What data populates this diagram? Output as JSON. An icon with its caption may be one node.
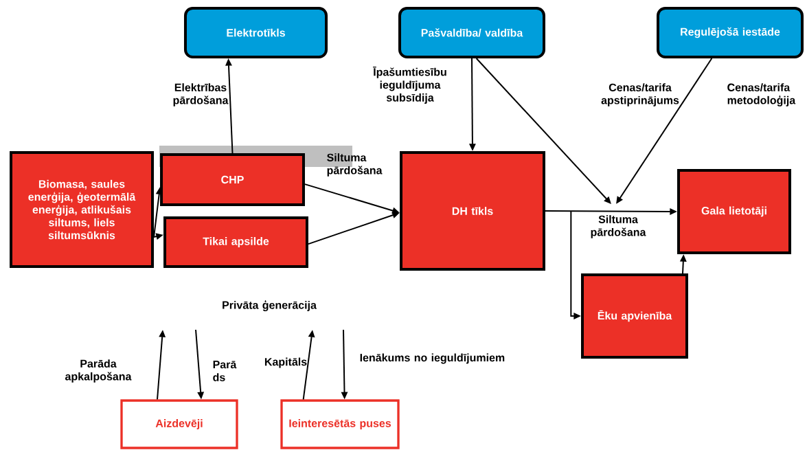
{
  "diagram": {
    "nodes": [
      {
        "text": [
          "Elektrotīkls"
        ]
      },
      {
        "text": [
          "Pašvaldība/ valdība"
        ]
      },
      {
        "text": [
          "Regulējošā iestāde"
        ]
      },
      {
        "text": [
          "Biomasa, saules enerģija, ģeotermālā enerģija, atlikušais siltums, liels siltumsūknis"
        ]
      },
      {
        "text": [
          "CHP"
        ]
      },
      {
        "text": [
          "Tikai apsilde"
        ]
      },
      {
        "text": [
          "DH tīkls"
        ]
      },
      {
        "text": [
          "Gala lietotāji"
        ]
      },
      {
        "text": [
          "Ēku apvienība"
        ]
      },
      {
        "text": [
          "Aizdevēji"
        ]
      },
      {
        "text": [
          "Ieinteresētās puses"
        ]
      }
    ],
    "edges": [
      {
        "from": 4,
        "to": 0,
        "arrow": "to",
        "label": "Elektrības pārdošana"
      },
      {
        "from": 3,
        "to": 4,
        "arrow": "to"
      },
      {
        "from": 3,
        "to": 5,
        "arrow": "to"
      },
      {
        "from": 4,
        "to": 6,
        "arrow": "to",
        "label": "Siltuma pārdošana"
      },
      {
        "from": 5,
        "to": 6,
        "arrow": "to"
      },
      {
        "from": 1,
        "to": 6,
        "arrow": "to",
        "label": "Īpašumtiesību ieguldījuma subsīdija"
      },
      {
        "from": 1,
        "to": null,
        "arrow": "to"
      },
      {
        "from": 2,
        "to": null,
        "arrow": "to"
      },
      {
        "from": 6,
        "to": 7,
        "arrow": "to",
        "label": "Siltuma pārdošana"
      },
      {
        "from": 6,
        "to": 8,
        "arrow": "to"
      },
      {
        "from": 8,
        "to": 7,
        "arrow": "to"
      },
      {
        "from": 9,
        "to": null,
        "arrow": "to",
        "label": "Parāda apkalpošana"
      },
      {
        "from": null,
        "to": 9,
        "arrow": "to",
        "label": "Parā ds"
      },
      {
        "from": 10,
        "to": null,
        "arrow": "to",
        "label": "Kapitāls"
      },
      {
        "from": null,
        "to": 10,
        "arrow": "to",
        "label": "Ienākums no ieguldījumiem"
      }
    ],
    "labels": [
      "Cenas/tarifa apstiprinājums",
      "Cenas/tarifa metodoloģija",
      "Privāta ģenerācija"
    ]
  }
}
